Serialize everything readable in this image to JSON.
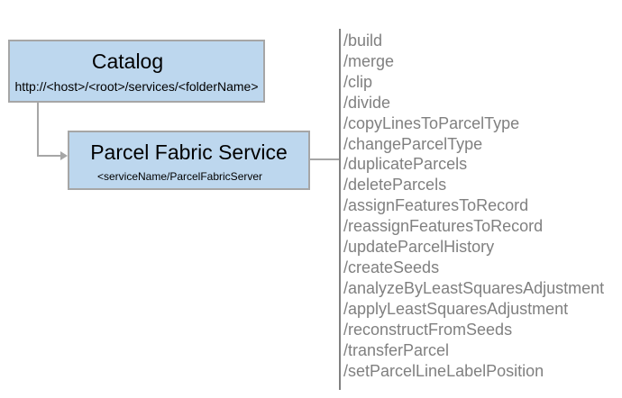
{
  "catalog_box": {
    "title": "Catalog",
    "subtitle": "http://<host>/<root>/services/<folderName>"
  },
  "service_box": {
    "title": "Parcel Fabric Service",
    "subtitle": "<serviceName/ParcelFabricServer"
  },
  "operations": [
    "/build",
    "/merge",
    "/clip",
    "/divide",
    "/copyLinesToParcelType",
    "/changeParcelType",
    "/duplicateParcels",
    "/deleteParcels",
    "/assignFeaturesToRecord",
    "/reassignFeaturesToRecord",
    "/updateParcelHistory",
    "/createSeeds",
    "/analyzeByLeastSquaresAdjustment",
    "/applyLeastSquaresAdjustment",
    "/reconstructFromSeeds",
    "/transferParcel",
    "/setParcelLineLabelPosition"
  ],
  "colors": {
    "box_fill": "#BDD7EE",
    "box_border": "#A6A6A6",
    "connector": "#A6A6A6",
    "divider": "#808080",
    "list_text": "#808080",
    "title_text": "#000000"
  }
}
